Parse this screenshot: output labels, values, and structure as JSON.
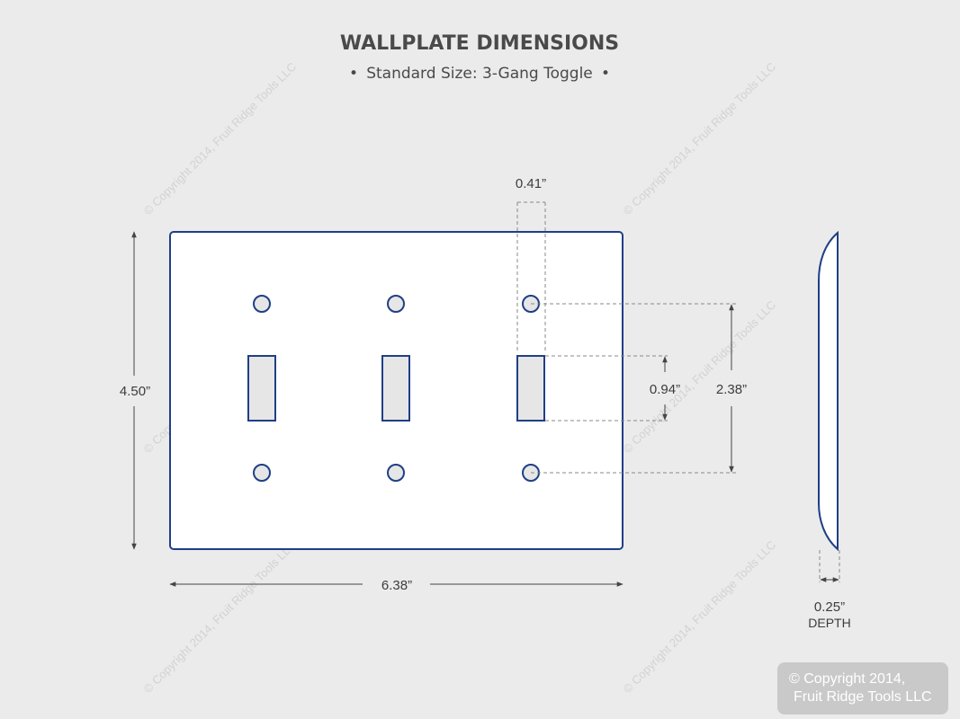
{
  "title": "WALLPLATE DIMENSIONS",
  "subtitle": "Standard Size: 3-Gang Toggle",
  "subtitle_bullet": "•",
  "dimensions": {
    "height": "4.50”",
    "width": "6.38”",
    "toggle_width": "0.41”",
    "toggle_height": "0.94”",
    "screw_spacing": "2.38”",
    "depth": "0.25”",
    "depth_label": "DEPTH"
  },
  "watermark": "© Copyright 2014, Fruit Ridge Tools LLC",
  "copyright_badge": {
    "line1": "© Copyright 2014,",
    "line2": "Fruit Ridge Tools LLC"
  },
  "colors": {
    "outline": "#1f3f86",
    "background": "#ebebeb",
    "plate_fill": "#ffffff",
    "toggle_fill": "#e6e6e6",
    "dimension_line": "#444444",
    "dashed_line": "#888888"
  }
}
